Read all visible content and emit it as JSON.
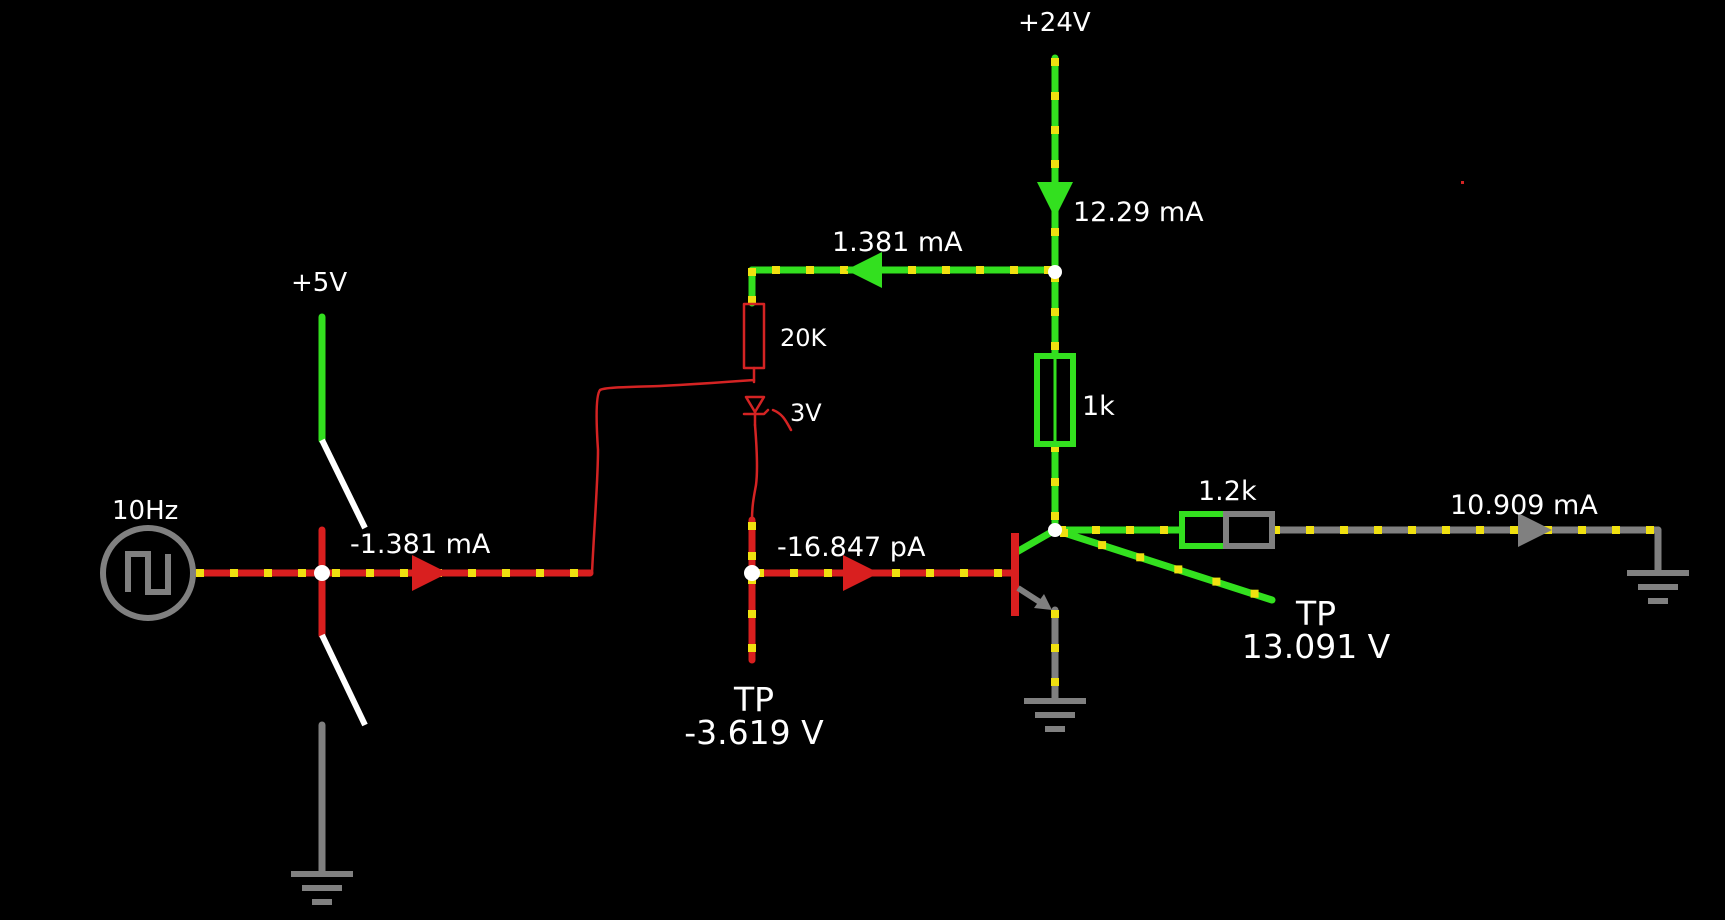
{
  "colors": {
    "background": "#000000",
    "live_wire": "#33e01f",
    "negative_wire": "#d91f1f",
    "ground_wire": "#808080",
    "current_dots": "#f0e010",
    "switch_blade": "#ffffff",
    "node": "#ffffff",
    "annotation": "#d42323",
    "label_text": "#ffffff"
  },
  "sources": {
    "supply_24v": "+24V",
    "supply_5v": "+5V",
    "square_wave": "10Hz"
  },
  "components": {
    "r_collector": "1k",
    "r_load": "1.2k",
    "r_base_annotation": "20K",
    "zener_annotation": "3V"
  },
  "currents": {
    "supply_24v": "12.29 mA",
    "feedback_branch": "1.381 mA",
    "switch_output": "-1.381 mA",
    "base": "-16.847 pA",
    "load": "10.909 mA"
  },
  "test_points": [
    {
      "title": "TP",
      "value": "-3.619 V"
    },
    {
      "title": "TP",
      "value": "13.091 V"
    }
  ],
  "icons": {
    "square_wave_source": "square-wave-source-icon",
    "ground": "ground-icon",
    "npn_transistor": "npn-transistor-icon",
    "zener_diode": "zener-diode-icon",
    "switch": "spdt-switch-icon"
  }
}
